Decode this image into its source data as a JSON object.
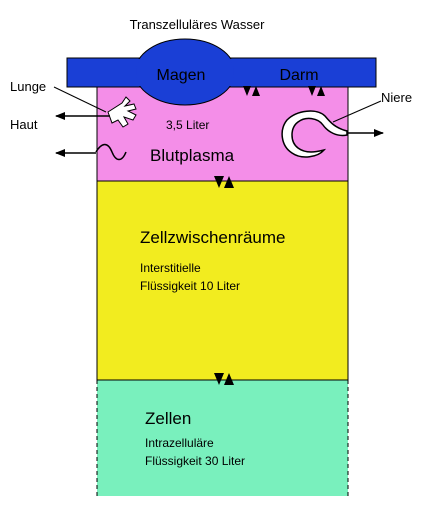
{
  "labels": {
    "transcellular": "Transzelluläres Wasser",
    "stomach": "Magen",
    "intestine": "Darm",
    "lung": "Lunge",
    "skin": "Haut",
    "kidney": "Niere",
    "plasma_volume": "3,5 Liter",
    "plasma": "Blutplasma",
    "interstitial_title": "Zellzwischenräume",
    "interstitial_line1": "Interstitielle",
    "interstitial_line2": "Flüssigkeit  10 Liter",
    "cells_title": "Zellen",
    "cells_line1": "Intrazelluläre",
    "cells_line2": "Flüssigkeit  30 Liter"
  },
  "colors": {
    "transcellular": "#1a3fd6",
    "plasma": "#f48ee8",
    "interstitial": "#f2ec1f",
    "cells": "#79f0bd",
    "outline": "#000000"
  }
}
